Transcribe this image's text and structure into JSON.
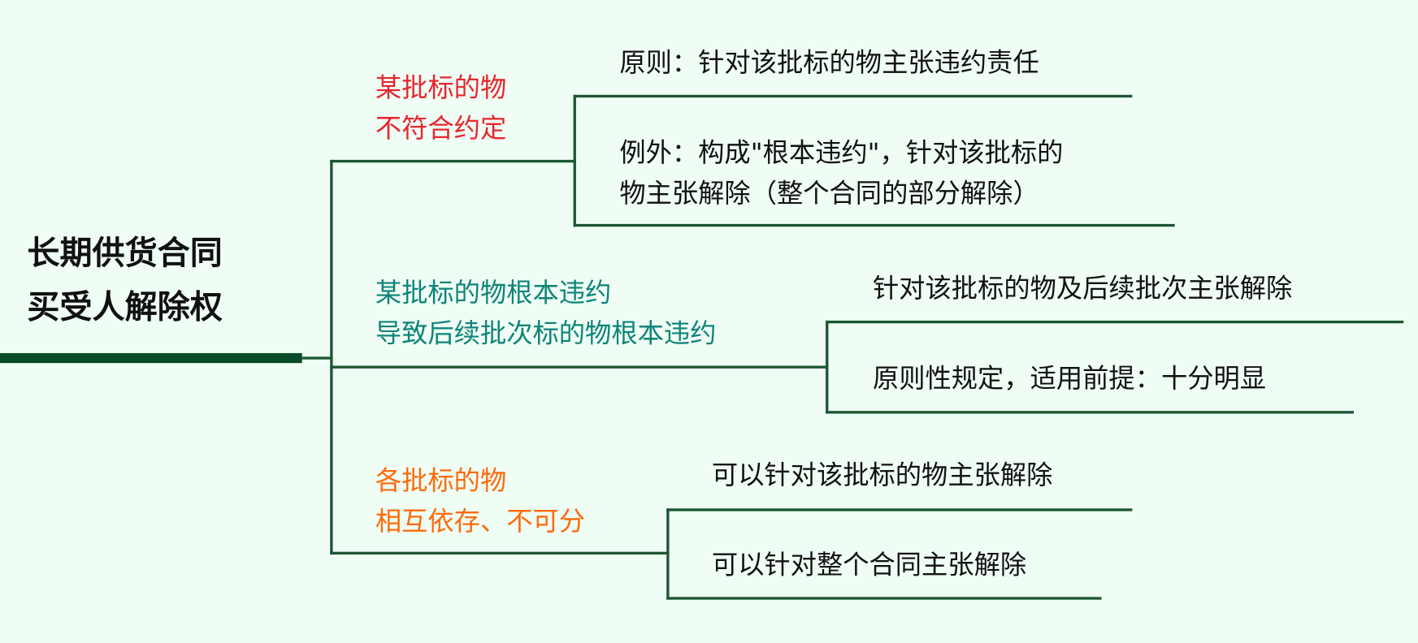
{
  "root": {
    "line1": "长期供货合同",
    "line2": "买受人解除权"
  },
  "colors": {
    "line": "#1c5632",
    "root_bar": "#0a4a28",
    "branch1": "#e8262e",
    "branch2": "#0e8478",
    "branch3": "#ff6a0a",
    "background": "#effdf4"
  },
  "branches": [
    {
      "line1": "某批标的物",
      "line2": "不符合约定",
      "children": [
        {
          "text": "原则：针对该批标的物主张违约责任"
        },
        {
          "line1": "例外：构成\"根本违约\"，针对该批标的",
          "line2": "物主张解除（整个合同的部分解除）"
        }
      ]
    },
    {
      "line1": "某批标的物根本违约",
      "line2": "导致后续批次标的物根本违约",
      "children": [
        {
          "text": "针对该批标的物及后续批次主张解除"
        },
        {
          "text": "原则性规定，适用前提：十分明显"
        }
      ]
    },
    {
      "line1": "各批标的物",
      "line2": "相互依存、不可分",
      "children": [
        {
          "text": "可以针对该批标的物主张解除"
        },
        {
          "text": "可以针对整个合同主张解除"
        }
      ]
    }
  ]
}
